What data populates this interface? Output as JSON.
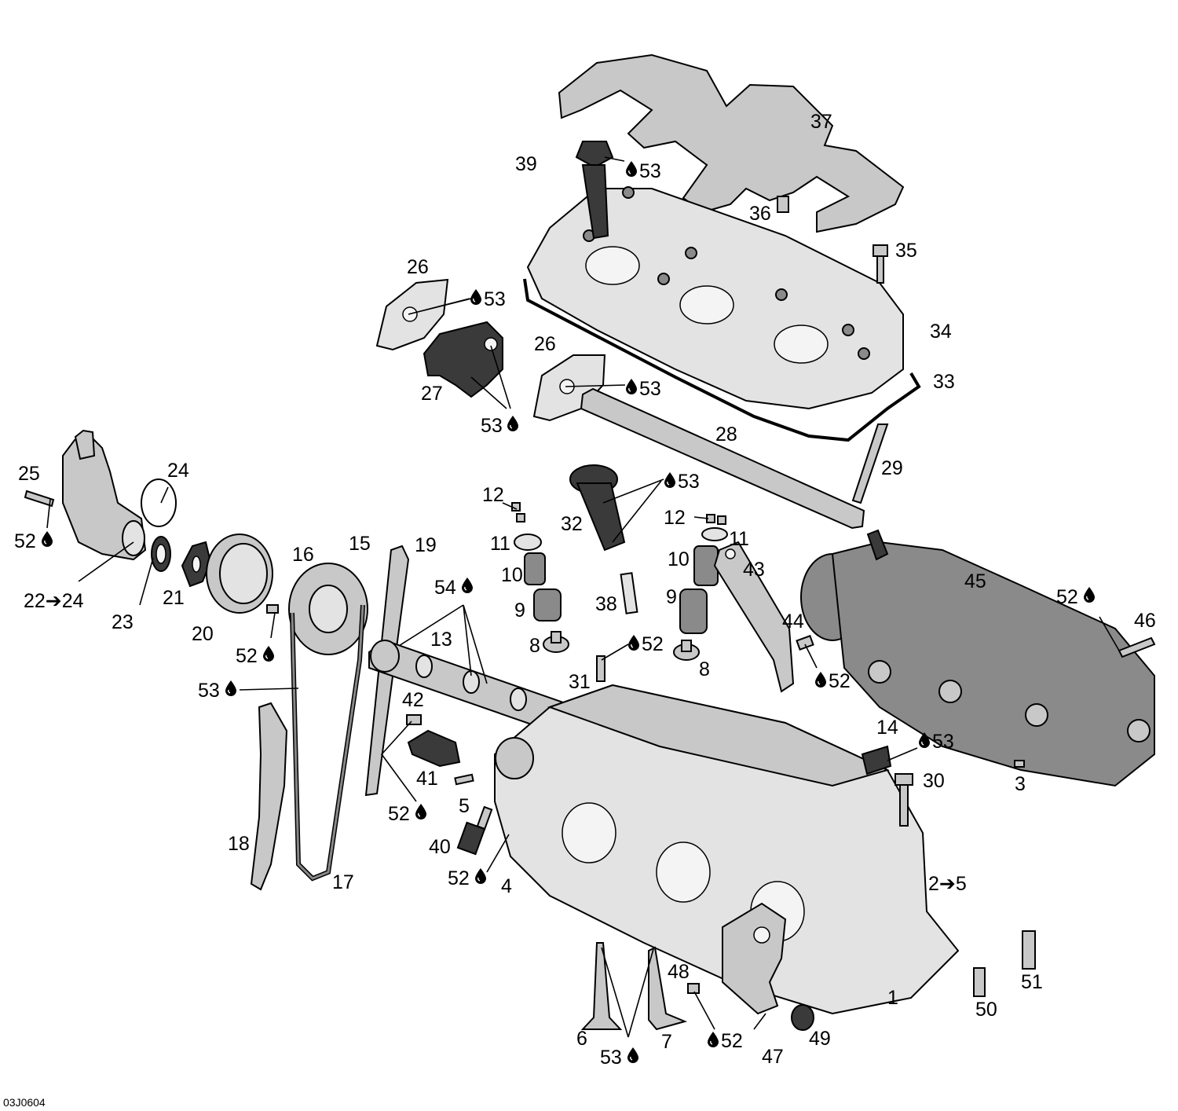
{
  "diagram": {
    "reference_code": "03J0604",
    "drop_symbol": "&#x1F4A7;",
    "colors": {
      "ink": "#000000",
      "part_fill": "#c8c8c8",
      "part_dark": "#3a3a3a",
      "background": "#ffffff"
    },
    "callouts": [
      {
        "id": "c-1",
        "number": "1"
      },
      {
        "id": "c-2",
        "number": "2➔5"
      },
      {
        "id": "c-3",
        "number": "3"
      },
      {
        "id": "c-4",
        "number": "4"
      },
      {
        "id": "c-5",
        "number": "5"
      },
      {
        "id": "c-6",
        "number": "6"
      },
      {
        "id": "c-7",
        "number": "7"
      },
      {
        "id": "c-8a",
        "number": "8"
      },
      {
        "id": "c-8b",
        "number": "8"
      },
      {
        "id": "c-9a",
        "number": "9"
      },
      {
        "id": "c-9b",
        "number": "9"
      },
      {
        "id": "c-10a",
        "number": "10"
      },
      {
        "id": "c-10b",
        "number": "10"
      },
      {
        "id": "c-11a",
        "number": "11"
      },
      {
        "id": "c-11b",
        "number": "11"
      },
      {
        "id": "c-12a",
        "number": "12"
      },
      {
        "id": "c-12b",
        "number": "12"
      },
      {
        "id": "c-13",
        "number": "13"
      },
      {
        "id": "c-14",
        "number": "14"
      },
      {
        "id": "c-15",
        "number": "15"
      },
      {
        "id": "c-16",
        "number": "16"
      },
      {
        "id": "c-17",
        "number": "17"
      },
      {
        "id": "c-18",
        "number": "18"
      },
      {
        "id": "c-19",
        "number": "19"
      },
      {
        "id": "c-20",
        "number": "20"
      },
      {
        "id": "c-21",
        "number": "21"
      },
      {
        "id": "c-22",
        "number": "22➔24"
      },
      {
        "id": "c-23",
        "number": "23"
      },
      {
        "id": "c-24",
        "number": "24"
      },
      {
        "id": "c-25",
        "number": "25"
      },
      {
        "id": "c-26a",
        "number": "26"
      },
      {
        "id": "c-26b",
        "number": "26"
      },
      {
        "id": "c-27",
        "number": "27"
      },
      {
        "id": "c-28",
        "number": "28"
      },
      {
        "id": "c-29",
        "number": "29"
      },
      {
        "id": "c-30",
        "number": "30"
      },
      {
        "id": "c-31",
        "number": "31"
      },
      {
        "id": "c-32",
        "number": "32"
      },
      {
        "id": "c-33",
        "number": "33"
      },
      {
        "id": "c-34",
        "number": "34"
      },
      {
        "id": "c-35",
        "number": "35"
      },
      {
        "id": "c-36",
        "number": "36"
      },
      {
        "id": "c-37",
        "number": "37"
      },
      {
        "id": "c-38",
        "number": "38"
      },
      {
        "id": "c-39",
        "number": "39"
      },
      {
        "id": "c-40",
        "number": "40"
      },
      {
        "id": "c-41",
        "number": "41"
      },
      {
        "id": "c-42",
        "number": "42"
      },
      {
        "id": "c-43",
        "number": "43"
      },
      {
        "id": "c-44",
        "number": "44"
      },
      {
        "id": "c-45",
        "number": "45"
      },
      {
        "id": "c-46",
        "number": "46"
      },
      {
        "id": "c-47",
        "number": "47"
      },
      {
        "id": "c-48",
        "number": "48"
      },
      {
        "id": "c-49",
        "number": "49"
      },
      {
        "id": "c-50",
        "number": "50"
      },
      {
        "id": "c-51",
        "number": "51"
      }
    ],
    "lubricant_callouts": [
      {
        "id": "l-53-39",
        "number": "53"
      },
      {
        "id": "l-53-26",
        "number": "53"
      },
      {
        "id": "l-53-26b",
        "number": "53"
      },
      {
        "id": "l-53-27",
        "number": "53"
      },
      {
        "id": "l-53-32",
        "number": "53"
      },
      {
        "id": "l-52-25",
        "number": "52"
      },
      {
        "id": "l-52-16",
        "number": "52"
      },
      {
        "id": "l-53-17",
        "number": "53"
      },
      {
        "id": "l-54-13",
        "number": "54"
      },
      {
        "id": "l-52-31",
        "number": "52"
      },
      {
        "id": "l-52-44",
        "number": "52"
      },
      {
        "id": "l-52-46",
        "number": "52"
      },
      {
        "id": "l-53-14",
        "number": "53"
      },
      {
        "id": "l-52-42",
        "number": "52"
      },
      {
        "id": "l-52-4",
        "number": "52"
      },
      {
        "id": "l-53-6",
        "number": "53"
      },
      {
        "id": "l-52-48",
        "number": "52"
      }
    ]
  }
}
